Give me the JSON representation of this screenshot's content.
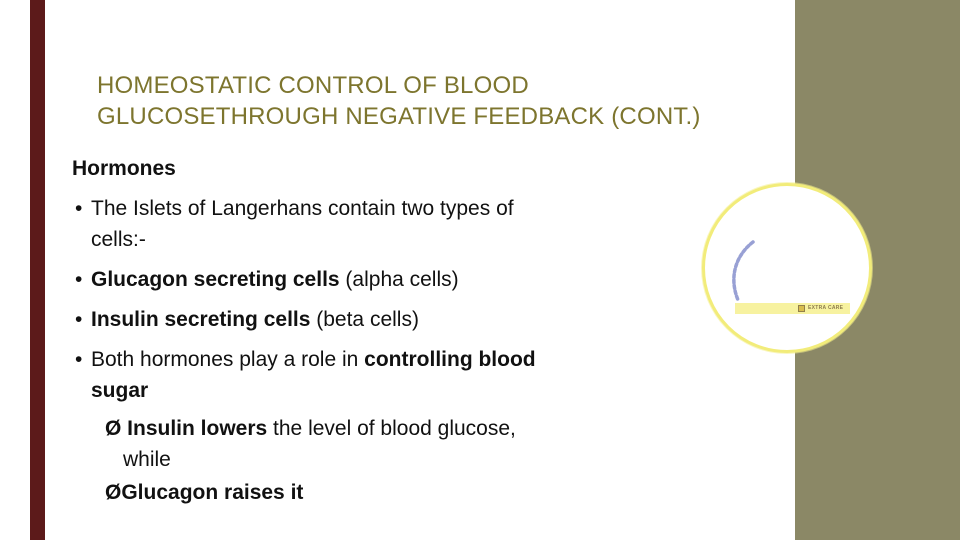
{
  "theme": {
    "accent_bar_color": "#5c1a1a",
    "side_band_color": "#8b8866",
    "title_color": "#7d752e",
    "body_text_color": "#111111",
    "circle_ring_color": "#f2ec7a",
    "watermark_bar_color": "#f7f2a0",
    "watermark_blue": "#98a0d4"
  },
  "title": {
    "line1": "HOMEOSTATIC CONTROL OF BLOOD",
    "line2": "GLUCOSETHROUGH NEGATIVE FEEDBACK (CONT.)"
  },
  "body": {
    "lines": [
      {
        "segments": [
          {
            "t": "Hormones",
            "b": true
          }
        ]
      },
      {
        "marker": "•",
        "segments": [
          {
            "t": "The Islets of Langerhans contain two types of",
            "b": false
          }
        ]
      },
      {
        "segments": [
          {
            "t": "cells:-",
            "b": false
          }
        ]
      },
      {
        "marker": "•",
        "segments": [
          {
            "t": "Glucagon secreting cells ",
            "b": true
          },
          {
            "t": "(alpha cells)",
            "b": false
          }
        ]
      },
      {
        "marker": "•",
        "segments": [
          {
            "t": "Insulin secreting cells ",
            "b": true
          },
          {
            "t": "(beta cells)",
            "b": false
          }
        ]
      },
      {
        "marker": "•",
        "segments": [
          {
            "t": "Both hormones play a role in ",
            "b": false
          },
          {
            "t": "controlling blood",
            "b": true
          }
        ]
      },
      {
        "segments": [
          {
            "t": "sugar",
            "b": true
          }
        ]
      },
      {
        "marker": "Ø ",
        "segments": [
          {
            "t": "Insulin lowers",
            "b": true
          },
          {
            "t": " the level of blood glucose,",
            "b": false
          }
        ]
      },
      {
        "segments": [
          {
            "t": "while",
            "b": false
          }
        ]
      },
      {
        "marker": "Ø",
        "segments": [
          {
            "t": "Glucagon raises it",
            "b": true
          }
        ]
      }
    ]
  },
  "watermark": {
    "label": "EXTRA CARE"
  }
}
